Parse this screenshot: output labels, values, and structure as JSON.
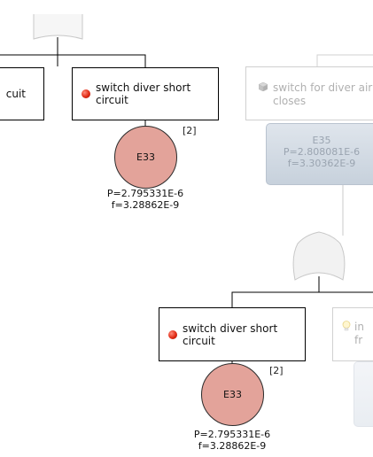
{
  "nodes": {
    "left_partial": {
      "label": "cuit"
    },
    "top_event": {
      "label": "switch diver short circuit",
      "circle_label": "E33",
      "count": "[2]",
      "probability": "P=2.795331E-6",
      "frequency": "f=3.28862E-9"
    },
    "top_right_event": {
      "label_line1": "switch for diver air",
      "label_line2": "closes"
    },
    "e35": {
      "label": "E35",
      "probability": "P=2.808081E-6",
      "frequency": "f=3.30362E-9"
    },
    "bottom_event": {
      "label": "switch diver short circuit",
      "circle_label": "E33",
      "count": "[2]",
      "probability": "P=2.795331E-6",
      "frequency": "f=3.28862E-9"
    },
    "bottom_right_partial": {
      "label_line1": "in",
      "label_line2": "fr"
    }
  },
  "colors": {
    "event_fill": "#e3a39a",
    "basic_event_icon": "#e02a14",
    "gate_fill_faded": "#f2f2f2",
    "e35_fill": "#cdd6e0"
  },
  "icons": {
    "basic_event": "red-ball-icon",
    "undeveloped_event": "grey-cube-icon",
    "condition_event": "lightbulb-icon"
  }
}
